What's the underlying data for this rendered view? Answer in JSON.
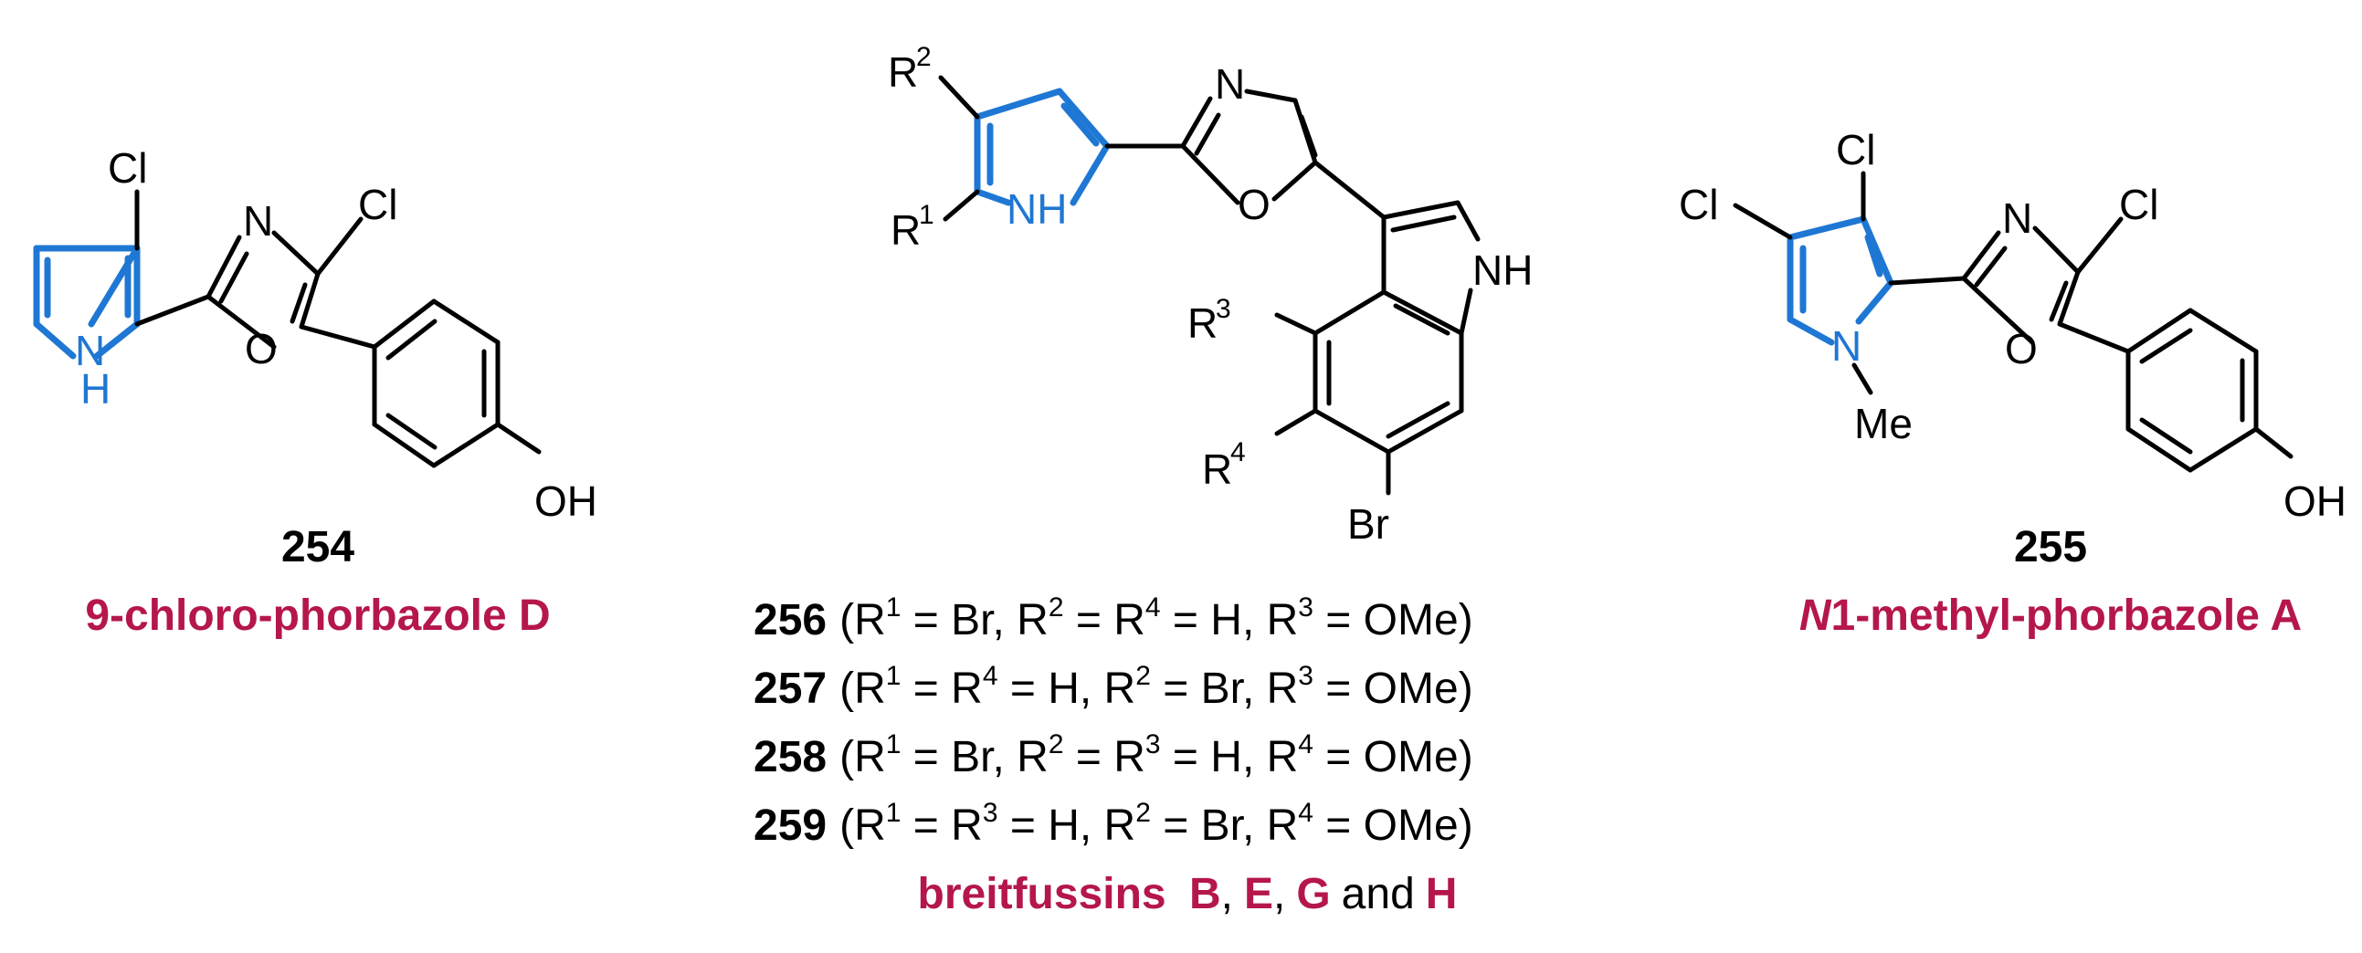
{
  "compounds": [
    {
      "id": "254",
      "name": "9-chloro-phorbazole D",
      "atoms": {
        "cl_pyrrole": "Cl",
        "n_oxazole": "N",
        "cl_oxazole": "Cl",
        "nh_n": "N",
        "nh_h": "H",
        "o_oxazole": "O",
        "oh": "OH"
      }
    },
    {
      "family": {
        "atoms": {
          "r2": "R",
          "r2_num": "2",
          "r1": "R",
          "r1_num": "1",
          "nh": "NH",
          "n_oxazole": "N",
          "o_oxazole": "O",
          "nh_indole": "NH",
          "r3": "R",
          "r3_num": "3",
          "r4": "R",
          "r4_num": "4",
          "br": "Br"
        },
        "variants": [
          {
            "id": "256",
            "subs": {
              "a": "(R",
              "s1": "1",
              "b": " = Br, R",
              "s2": "2",
              "c": " = R",
              "s3": "4",
              "d": " = H, R",
              "s4": "3",
              "e": " = OMe)"
            }
          },
          {
            "id": "257",
            "subs": {
              "a": "(R",
              "s1": "1",
              "b": " = R",
              "s2": "4",
              "c": " = H, R",
              "s3": "2",
              "d": " = Br, R",
              "s4": "3",
              "e": " = OMe)"
            }
          },
          {
            "id": "258",
            "subs": {
              "a": "(R",
              "s1": "1",
              "b": " = Br, R",
              "s2": "2",
              "c": " = R",
              "s3": "3",
              "d": " = H, R",
              "s4": "4",
              "e": " = OMe)"
            }
          },
          {
            "id": "259",
            "subs": {
              "a": "(R",
              "s1": "1",
              "b": " = R",
              "s2": "3",
              "c": " = H, R",
              "s3": "2",
              "d": " = Br, R",
              "s4": "4",
              "e": " = OMe)"
            }
          }
        ],
        "caption": {
          "prefix": "breitfussins",
          "b": "B",
          "sep1": ",",
          "e": "E",
          "sep2": ",",
          "g": "G",
          "and": "and",
          "h": "H"
        }
      }
    },
    {
      "id": "255",
      "name_italic": "N",
      "name_rest": "1-methyl-phorbazole A",
      "atoms": {
        "cl_left": "Cl",
        "cl_top": "Cl",
        "n_oxazole": "N",
        "cl_oxazole": "Cl",
        "n_pyrrole": "N",
        "me": "Me",
        "o_oxazole": "O",
        "oh": "OH"
      }
    }
  ],
  "colors": {
    "highlight_bond": "#1f77d4",
    "name_red": "#b5174a",
    "bond": "#000000"
  }
}
